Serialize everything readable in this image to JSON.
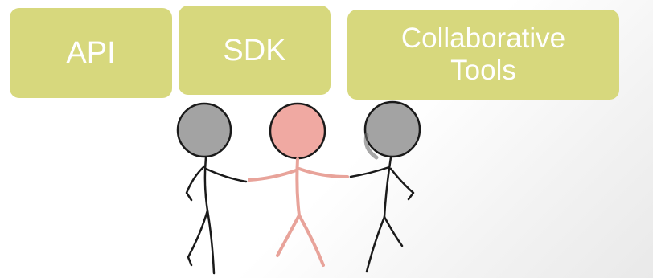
{
  "boxes": {
    "api": {
      "label": "API"
    },
    "sdk": {
      "label": "SDK"
    },
    "collab": {
      "label": "Collaborative\nTools"
    }
  },
  "colors": {
    "box_fill": "#d7d87d",
    "box_text": "#ffffff",
    "grey_head": "#a3a3a3",
    "pink_head": "#f0a9a2",
    "stroke": "#1a1a1a",
    "pink_stroke": "#e8a39a"
  },
  "figures": [
    {
      "name": "left-person",
      "head_color": "grey"
    },
    {
      "name": "center-person",
      "head_color": "pink"
    },
    {
      "name": "right-person",
      "head_color": "grey"
    }
  ]
}
